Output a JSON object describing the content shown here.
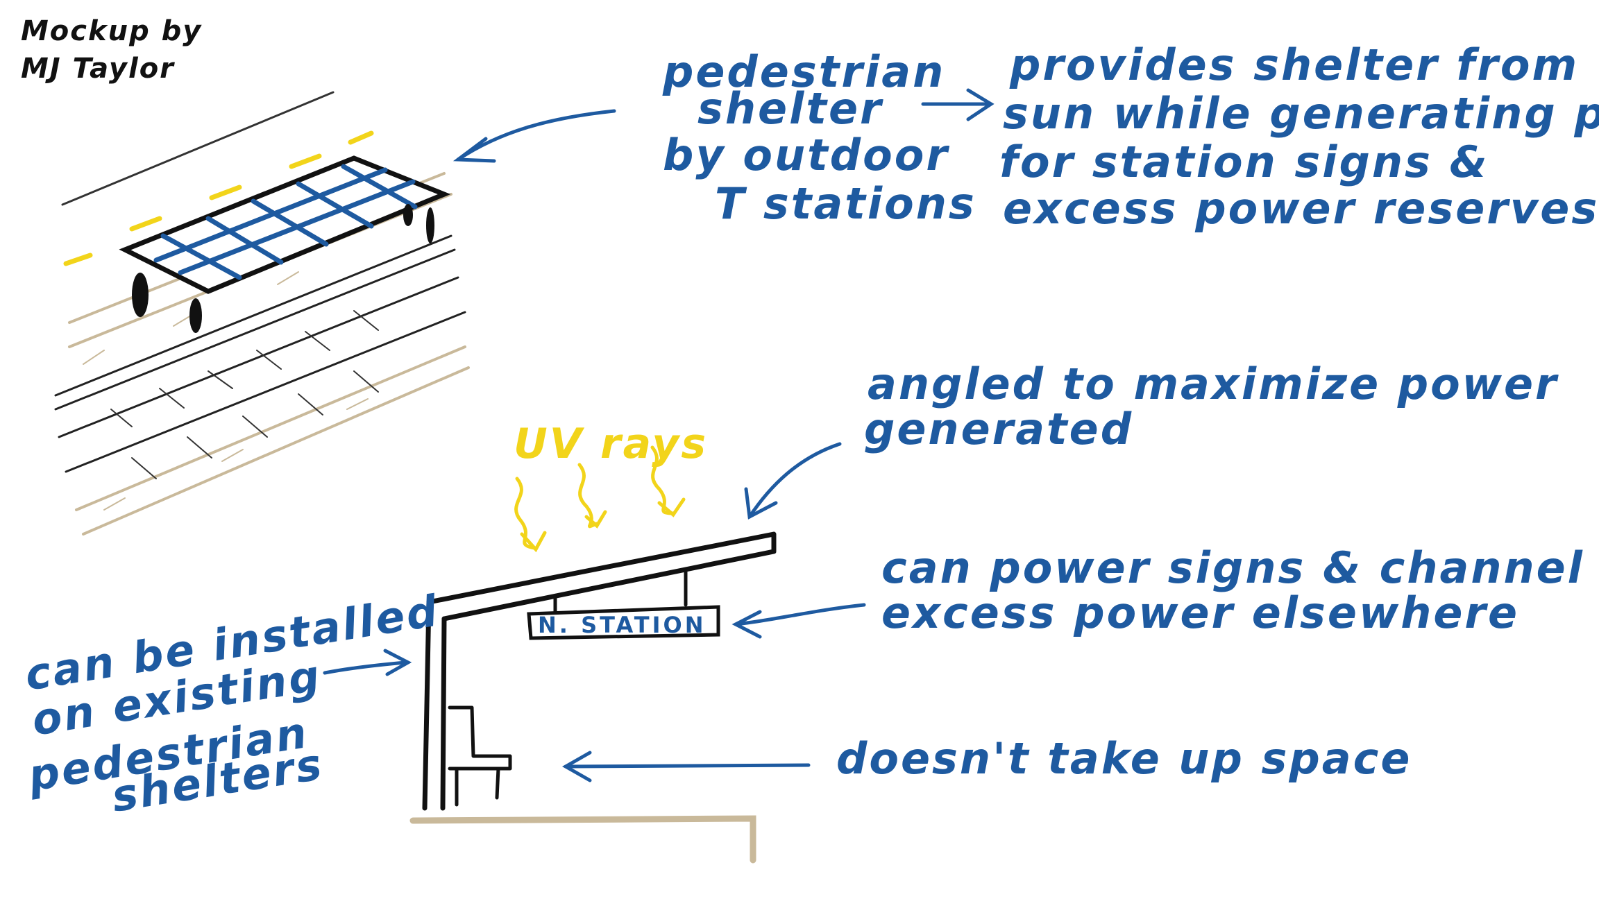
{
  "credit": {
    "line1": "Mockup by",
    "line2": "MJ Taylor"
  },
  "notes": {
    "pedestrian_shelter": [
      "pedestrian",
      "shelter",
      "by outdoor",
      "T stations"
    ],
    "provides_shelter": [
      "provides shelter from",
      "sun while generating power",
      "for station signs &",
      "excess power reserves"
    ],
    "angled": [
      "angled to maximize power",
      "generated"
    ],
    "can_power": [
      "can power signs & channel",
      "excess power elsewhere"
    ],
    "installed": [
      "can be installed",
      "on existing",
      "pedestrian",
      "shelters"
    ],
    "space": "doesn't take up space"
  },
  "uv_label": "UV rays",
  "sign_text": "N. STATION",
  "colors": {
    "ink_blue": "#1e5aa0",
    "uv_yellow": "#f2d41a",
    "ground_tan": "#c9b99a",
    "black": "#111111"
  }
}
